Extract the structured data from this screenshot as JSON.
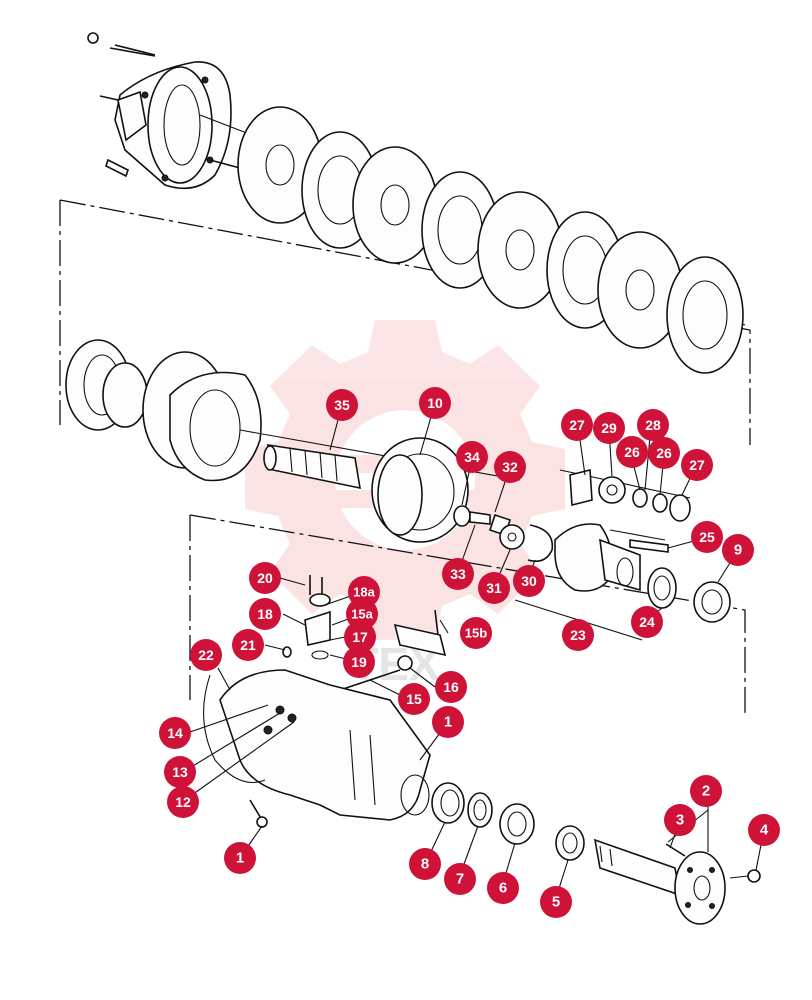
{
  "callouts": [
    {
      "label": "1"
    },
    {
      "label": "1"
    },
    {
      "label": "2"
    },
    {
      "label": "3"
    },
    {
      "label": "4"
    },
    {
      "label": "5"
    },
    {
      "label": "6"
    },
    {
      "label": "7"
    },
    {
      "label": "8"
    },
    {
      "label": "9"
    },
    {
      "label": "10"
    },
    {
      "label": "12"
    },
    {
      "label": "13"
    },
    {
      "label": "14"
    },
    {
      "label": "15"
    },
    {
      "label": "15a"
    },
    {
      "label": "15b"
    },
    {
      "label": "16"
    },
    {
      "label": "17"
    },
    {
      "label": "18"
    },
    {
      "label": "18a"
    },
    {
      "label": "19"
    },
    {
      "label": "20"
    },
    {
      "label": "21"
    },
    {
      "label": "22"
    },
    {
      "label": "23"
    },
    {
      "label": "24"
    },
    {
      "label": "25"
    },
    {
      "label": "26"
    },
    {
      "label": "26"
    },
    {
      "label": "27"
    },
    {
      "label": "27"
    },
    {
      "label": "28"
    },
    {
      "label": "29"
    },
    {
      "label": "30"
    },
    {
      "label": "31"
    },
    {
      "label": "32"
    },
    {
      "label": "33"
    },
    {
      "label": "34"
    },
    {
      "label": "35"
    }
  ],
  "watermark": {
    "text": "ТЕХ",
    "color": "#e8333a"
  },
  "colors": {
    "callout": "#cf1237",
    "line": "#111111"
  }
}
